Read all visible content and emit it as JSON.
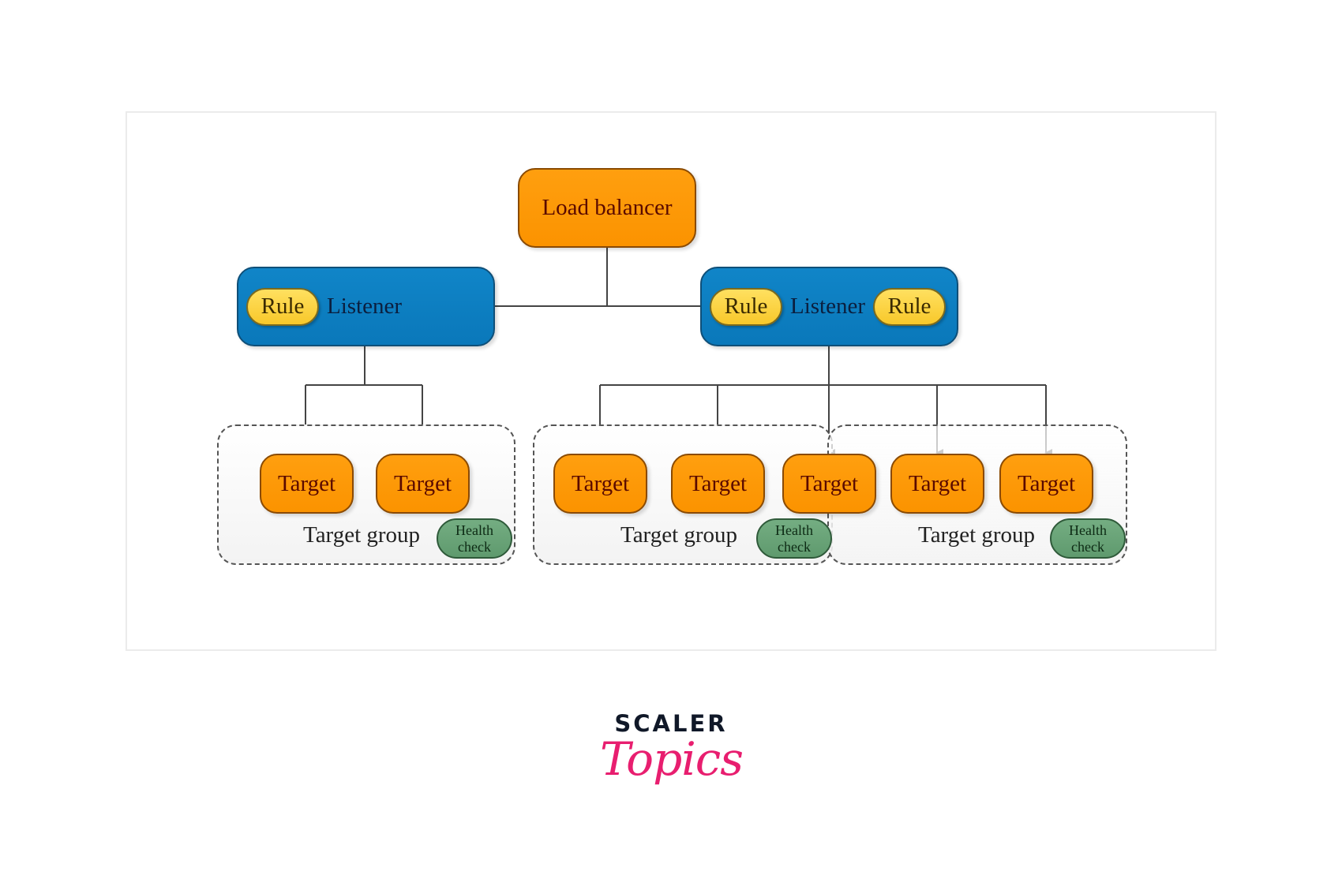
{
  "diagram": {
    "load_balancer": {
      "label": "Load balancer"
    },
    "listeners": [
      {
        "label": "Listener",
        "rules": [
          "Rule"
        ]
      },
      {
        "label": "Listener",
        "rules": [
          "Rule",
          "Rule"
        ]
      }
    ],
    "target_groups": [
      {
        "label": "Target group",
        "targets": [
          "Target",
          "Target"
        ],
        "health_check": [
          "Health",
          "check"
        ]
      },
      {
        "label": "Target group",
        "targets": [
          "Target",
          "Target",
          "Target"
        ],
        "health_check": [
          "Health",
          "check"
        ]
      },
      {
        "label": "Target group",
        "targets": [
          "Target",
          "Target",
          "Target"
        ],
        "health_check": [
          "Health",
          "check"
        ]
      }
    ],
    "edges": [
      {
        "from": "Load balancer",
        "to": "Listener (left)"
      },
      {
        "from": "Load balancer",
        "to": "Listener (right)"
      },
      {
        "from": "Listener (left)",
        "to": "Target group 1 / Target 1"
      },
      {
        "from": "Listener (left)",
        "to": "Target group 1 / Target 2"
      },
      {
        "from": "Listener (right)",
        "to": "Target group 2 / Target 1"
      },
      {
        "from": "Listener (right)",
        "to": "Target group 2 / Target 2"
      },
      {
        "from": "Listener (right)",
        "to": "Shared Target (groups 2 & 3)"
      },
      {
        "from": "Listener (right)",
        "to": "Target group 3 / Target 2"
      },
      {
        "from": "Listener (right)",
        "to": "Target group 3 / Target 3"
      }
    ],
    "colors": {
      "orange_node": "#ff9900",
      "listener_blue": "#0b7fc2",
      "rule_yellow": "#fcd442",
      "health_green": "#6aa47a"
    }
  },
  "branding": {
    "scaler": "SCALER",
    "topics": "Topics",
    "scaler_color": "#101828",
    "topics_color": "#e81e6f"
  }
}
